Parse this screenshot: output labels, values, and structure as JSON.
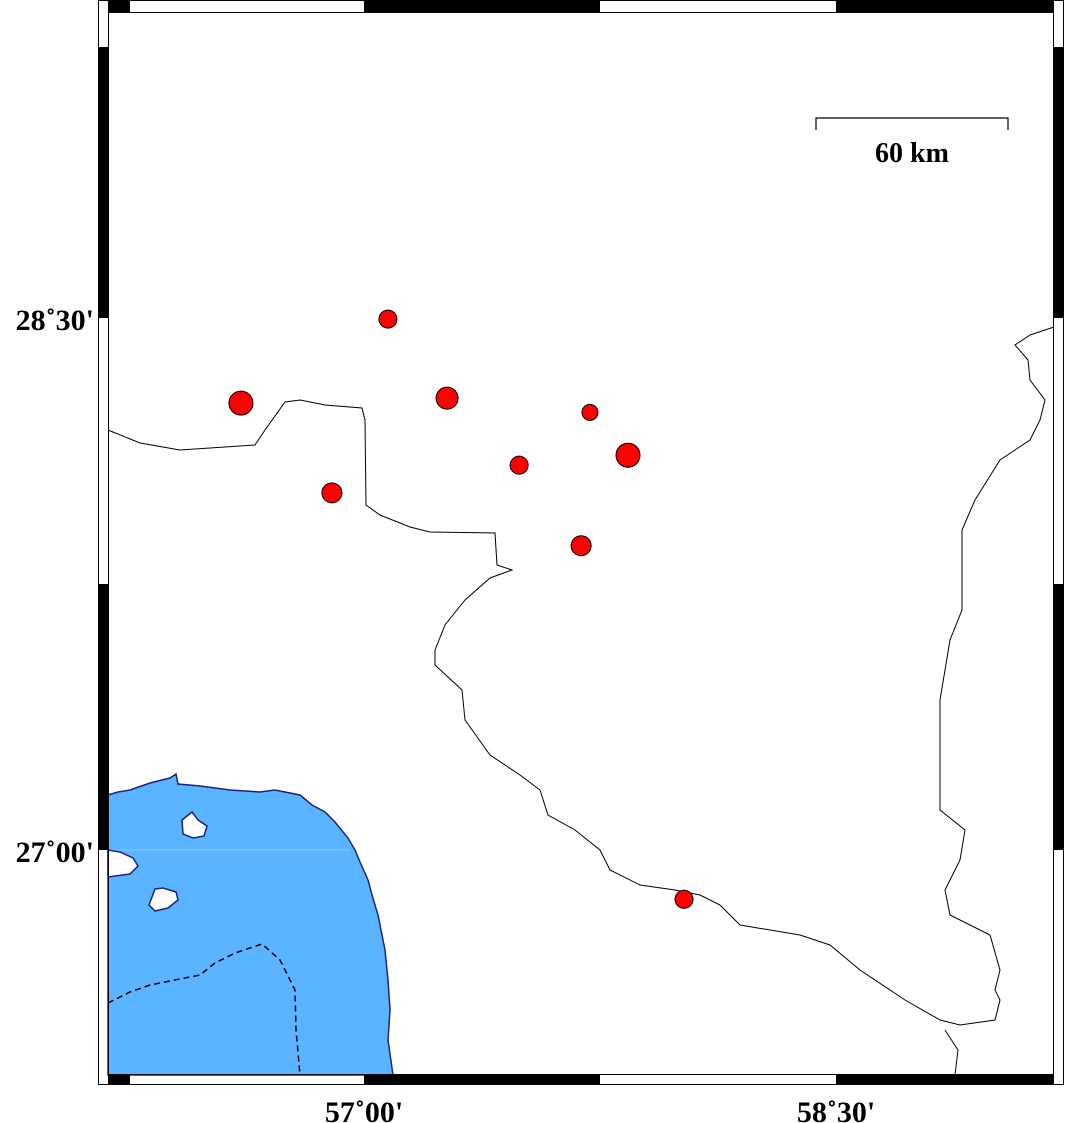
{
  "map": {
    "extent": {
      "lon_min": 56.187,
      "lon_max": 59.192,
      "lat_min": 26.366,
      "lat_max": 29.363
    },
    "x_ticks": [
      {
        "lon": 57.0,
        "label": "57˚00'"
      },
      {
        "lon": 58.5,
        "label": "58˚30'"
      }
    ],
    "y_ticks": [
      {
        "lat": 28.5,
        "label": "28˚30'"
      },
      {
        "lat": 27.0,
        "label": "27˚00'"
      }
    ],
    "scale_bar": {
      "label": "60 km"
    },
    "colors": {
      "sea": "#5ab4ff",
      "coast": "#1a237e",
      "event": "#ff0000",
      "border": "#000000"
    },
    "events": [
      {
        "lon": 57.076,
        "lat": 28.497,
        "size": 9
      },
      {
        "lon": 56.609,
        "lat": 28.26,
        "size": 12
      },
      {
        "lon": 57.264,
        "lat": 28.274,
        "size": 11
      },
      {
        "lon": 57.718,
        "lat": 28.234,
        "size": 8
      },
      {
        "lon": 57.839,
        "lat": 28.113,
        "size": 12
      },
      {
        "lon": 57.493,
        "lat": 28.085,
        "size": 9
      },
      {
        "lon": 56.898,
        "lat": 28.007,
        "size": 10
      },
      {
        "lon": 57.69,
        "lat": 27.858,
        "size": 10
      },
      {
        "lon": 58.017,
        "lat": 26.861,
        "size": 9
      }
    ]
  }
}
